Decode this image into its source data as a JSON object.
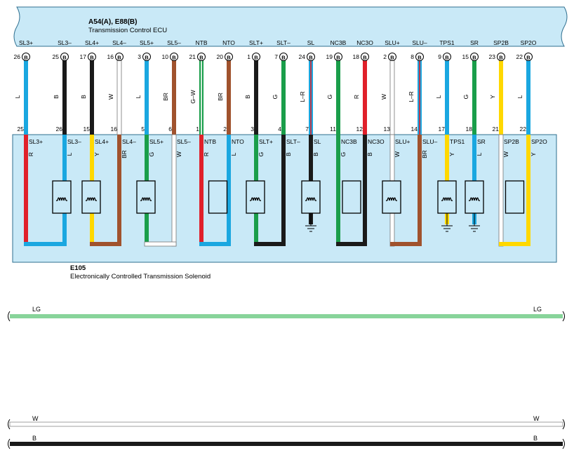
{
  "ecu": {
    "code": "A54(A), E88(B)",
    "name": "Transmission Control ECU"
  },
  "solenoid": {
    "code": "E105",
    "name": "Electronically Controlled Transmission Solenoid"
  },
  "colors": {
    "L": "#1aa7e0",
    "B": "#1a1a1a",
    "W": "#ffffff",
    "BR": "#a0522d",
    "G": "#1a9e4a",
    "R": "#e0202a",
    "Y": "#ffd800",
    "LG": "#88d49a",
    "panel": "#c9e9f7"
  },
  "top_terminals": [
    {
      "label": "SL3+",
      "pin": "26",
      "badge": "B",
      "wire": "L"
    },
    {
      "label": "SL3–",
      "pin": "25",
      "badge": "B",
      "wire": "B"
    },
    {
      "label": "SL4+",
      "pin": "17",
      "badge": "B",
      "wire": "B"
    },
    {
      "label": "SL4–",
      "pin": "16",
      "badge": "B",
      "wire": "W"
    },
    {
      "label": "SL5+",
      "pin": "3",
      "badge": "B",
      "wire": "L"
    },
    {
      "label": "SL5–",
      "pin": "10",
      "badge": "B",
      "wire": "BR"
    },
    {
      "label": "NTB",
      "pin": "21",
      "badge": "B",
      "wire": "G–W"
    },
    {
      "label": "NTO",
      "pin": "20",
      "badge": "B",
      "wire": "BR"
    },
    {
      "label": "SLT+",
      "pin": "1",
      "badge": "B",
      "wire": "B"
    },
    {
      "label": "SLT–",
      "pin": "7",
      "badge": "B",
      "wire": "G"
    },
    {
      "label": "SL",
      "pin": "24",
      "badge": "B",
      "wire": "L–R"
    },
    {
      "label": "NC3B",
      "pin": "19",
      "badge": "B",
      "wire": "G"
    },
    {
      "label": "NC3O",
      "pin": "18",
      "badge": "B",
      "wire": "R"
    },
    {
      "label": "SLU+",
      "pin": "2",
      "badge": "B",
      "wire": "W"
    },
    {
      "label": "SLU–",
      "pin": "8",
      "badge": "B",
      "wire": "L–R"
    },
    {
      "label": "TPS1",
      "pin": "9",
      "badge": "B",
      "wire": "L"
    },
    {
      "label": "SR",
      "pin": "15",
      "badge": "B",
      "wire": "G"
    },
    {
      "label": "SP2B",
      "pin": "23",
      "badge": "B",
      "wire": "Y"
    },
    {
      "label": "SP2O",
      "pin": "22",
      "badge": "B",
      "wire": "L"
    }
  ],
  "bottom_terminals": [
    {
      "pin": "25",
      "label": "SL3+"
    },
    {
      "pin": "26",
      "label": "SL3–"
    },
    {
      "pin": "15",
      "label": "SL4+"
    },
    {
      "pin": "16",
      "label": "SL4–"
    },
    {
      "pin": "5",
      "label": "SL5+"
    },
    {
      "pin": "6",
      "label": "SL5–"
    },
    {
      "pin": "1",
      "label": "NTB"
    },
    {
      "pin": "2",
      "label": "NTO"
    },
    {
      "pin": "3",
      "label": "SLT+"
    },
    {
      "pin": "4",
      "label": "SLT–"
    },
    {
      "pin": "7",
      "label": "SL"
    },
    {
      "pin": "11",
      "label": "NC3B"
    },
    {
      "pin": "12",
      "label": "NC3O"
    },
    {
      "pin": "13",
      "label": "SLU+"
    },
    {
      "pin": "14",
      "label": "SLU–"
    },
    {
      "pin": "17",
      "label": "TPS1"
    },
    {
      "pin": "18",
      "label": "SR"
    },
    {
      "pin": "21",
      "label": "SP2B"
    },
    {
      "pin": "22",
      "label": "SP2O"
    }
  ],
  "inner_wires": [
    "R",
    "L",
    "Y",
    "BR",
    "G",
    "W",
    "R",
    "L",
    "G",
    "B",
    "B",
    "G",
    "B",
    "W",
    "BR",
    "Y",
    "L",
    "W",
    "Y"
  ],
  "bus_lines": [
    {
      "left_label": "LG",
      "right_label": "LG",
      "color_key": "LG"
    },
    {
      "left_label": "W",
      "right_label": "W",
      "color_key": "W"
    },
    {
      "left_label": "B",
      "right_label": "B",
      "color_key": "B"
    }
  ]
}
